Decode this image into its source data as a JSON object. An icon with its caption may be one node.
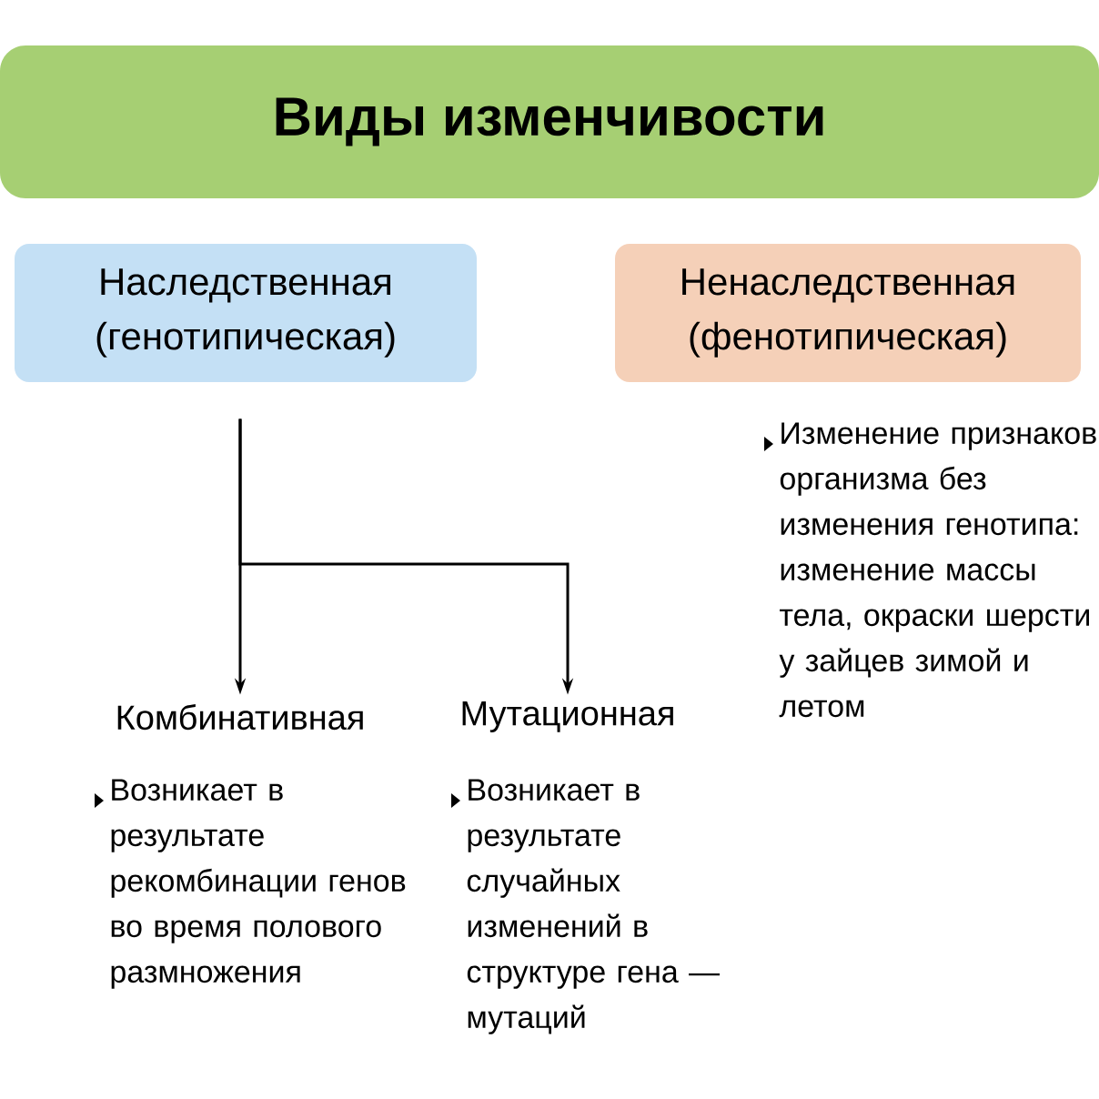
{
  "diagram": {
    "title": "Виды изменчивости",
    "nodes": [
      {
        "text": [
          "Наследственная (генотипическая)"
        ]
      },
      {
        "text": [
          "Ненаследственная (фенотипическая)"
        ],
        "beside": [
          "Изменение признаков организма без изменения генотипа: изменение массы тела, окраски шерсти у зайцев зимой и летом"
        ]
      },
      {
        "text": [
          "Комбинативная"
        ],
        "beside": [
          "Возникает в результате рекомбинации генов во время полового размножения"
        ]
      },
      {
        "text": [
          "Мутационная"
        ],
        "beside": [
          "Возникает в результате случайных изменений в структуре гена — мутаций"
        ]
      }
    ],
    "edges": [
      {
        "from": 0,
        "to": 2,
        "arrow": "to"
      },
      {
        "from": 0,
        "to": 3,
        "arrow": "to"
      }
    ]
  }
}
